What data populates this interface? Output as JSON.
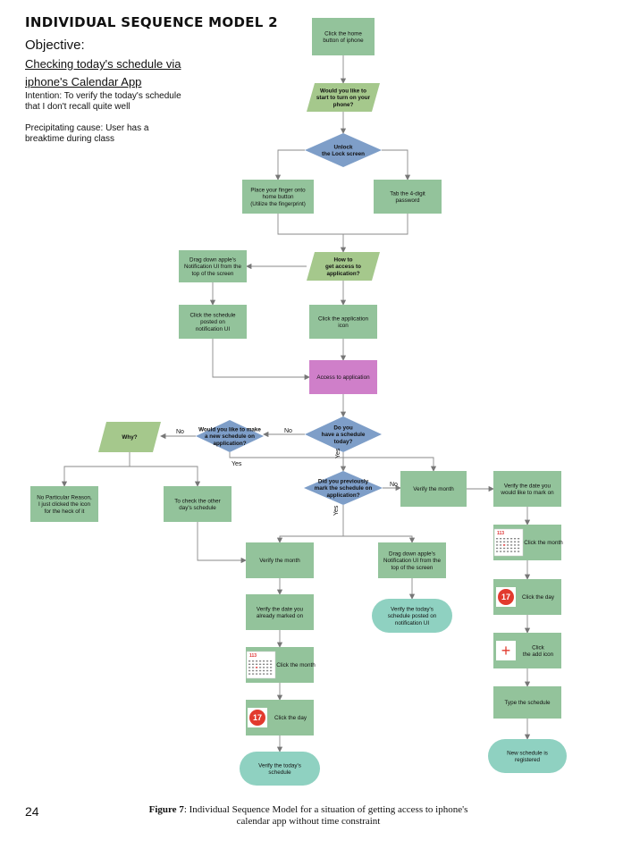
{
  "header": {
    "title": "INDIVIDUAL SEQUENCE MODEL 2",
    "objective_label": "Objective:",
    "objective_lines": [
      "Checking today's schedule via",
      "iphone's Calendar App"
    ],
    "intention_label": "Intention:",
    "intention_text": "To verify the today's schedule that I don't recall quite well",
    "precipitating_label": "Precipitating cause:",
    "precipitating_text": "User has a breaktime during class"
  },
  "colors": {
    "process": "#93c39b",
    "decision": "#7e9ec8",
    "parallelogram": "#a5c88c",
    "highlight": "#cf7fc9",
    "terminal": "#8fd1c1"
  },
  "nodes": [
    {
      "id": "n1",
      "lines": [
        "Click the home",
        "button of iphone"
      ]
    },
    {
      "id": "n2",
      "lines": [
        "Would you like to",
        "start to turn on your",
        "phone?"
      ]
    },
    {
      "id": "n3",
      "lines": [
        "Unlock",
        "the Lock screen"
      ]
    },
    {
      "id": "n4",
      "lines": [
        "Place your finger onto",
        "home button",
        "(Utilize the fingerprint)"
      ]
    },
    {
      "id": "n5",
      "lines": [
        "Tab the 4-digit",
        "password"
      ]
    },
    {
      "id": "n6",
      "lines": [
        "How to",
        "get access to",
        "application?"
      ]
    },
    {
      "id": "n7",
      "lines": [
        "Drag down apple's",
        "Notification UI from the",
        "top of the screen"
      ]
    },
    {
      "id": "n8",
      "lines": [
        "Click the schedule",
        "posted on",
        "notification UI"
      ]
    },
    {
      "id": "n9",
      "lines": [
        "Click the application",
        "icon"
      ]
    },
    {
      "id": "n10",
      "lines": [
        "Access to application"
      ]
    },
    {
      "id": "n11",
      "lines": [
        "Do you",
        "have a schedule",
        "today?"
      ]
    },
    {
      "id": "n12",
      "lines": [
        "Would you like to make",
        "a new schedule on",
        "application?"
      ]
    },
    {
      "id": "n13",
      "lines": [
        "Why?"
      ]
    },
    {
      "id": "n14",
      "lines": [
        "No Particular Reason,",
        "I just clicked the icon",
        "for the heck of it"
      ]
    },
    {
      "id": "n15",
      "lines": [
        "To check the other",
        "day's schedule"
      ]
    },
    {
      "id": "n16",
      "lines": [
        "Did you previously",
        "mark the schedule on",
        "application?"
      ]
    },
    {
      "id": "n17",
      "lines": [
        "Verify the month"
      ]
    },
    {
      "id": "n18",
      "lines": [
        "Verify the date you",
        "would like to mark on"
      ]
    },
    {
      "id": "n19",
      "lines": [
        "Click the month"
      ]
    },
    {
      "id": "n20",
      "lines": [
        "Click the day"
      ]
    },
    {
      "id": "n21",
      "lines": [
        "Click",
        "the add icon"
      ]
    },
    {
      "id": "n22",
      "lines": [
        "Type the schedule"
      ]
    },
    {
      "id": "n23",
      "lines": [
        "New schedule is",
        "registered"
      ]
    },
    {
      "id": "n24",
      "lines": [
        "Verify the month"
      ]
    },
    {
      "id": "n25",
      "lines": [
        "Verify the date you",
        "already marked on"
      ]
    },
    {
      "id": "n26",
      "lines": [
        "Click the month"
      ]
    },
    {
      "id": "n27",
      "lines": [
        "Click the day"
      ]
    },
    {
      "id": "n28",
      "lines": [
        "Verify the today's",
        "schedule"
      ]
    },
    {
      "id": "n29",
      "lines": [
        "Drag down apple's",
        "Notification UI from the",
        "top of the screen"
      ]
    },
    {
      "id": "n30",
      "lines": [
        "Verify the today's",
        "schedule posted on",
        "notification UI"
      ]
    }
  ],
  "edge_labels": {
    "no1": "No",
    "no2": "No",
    "no3": "No",
    "yes1": "Yes",
    "yes2": "Yes",
    "yes3": "Yes"
  },
  "icons": {
    "calendar_month": "113",
    "day_number": "17",
    "add": "+"
  },
  "page_number": "24",
  "caption": {
    "label": "Figure 7",
    "text": ": Individual Sequence Model for a situation of getting access to iphone's calendar app without time constraint"
  }
}
